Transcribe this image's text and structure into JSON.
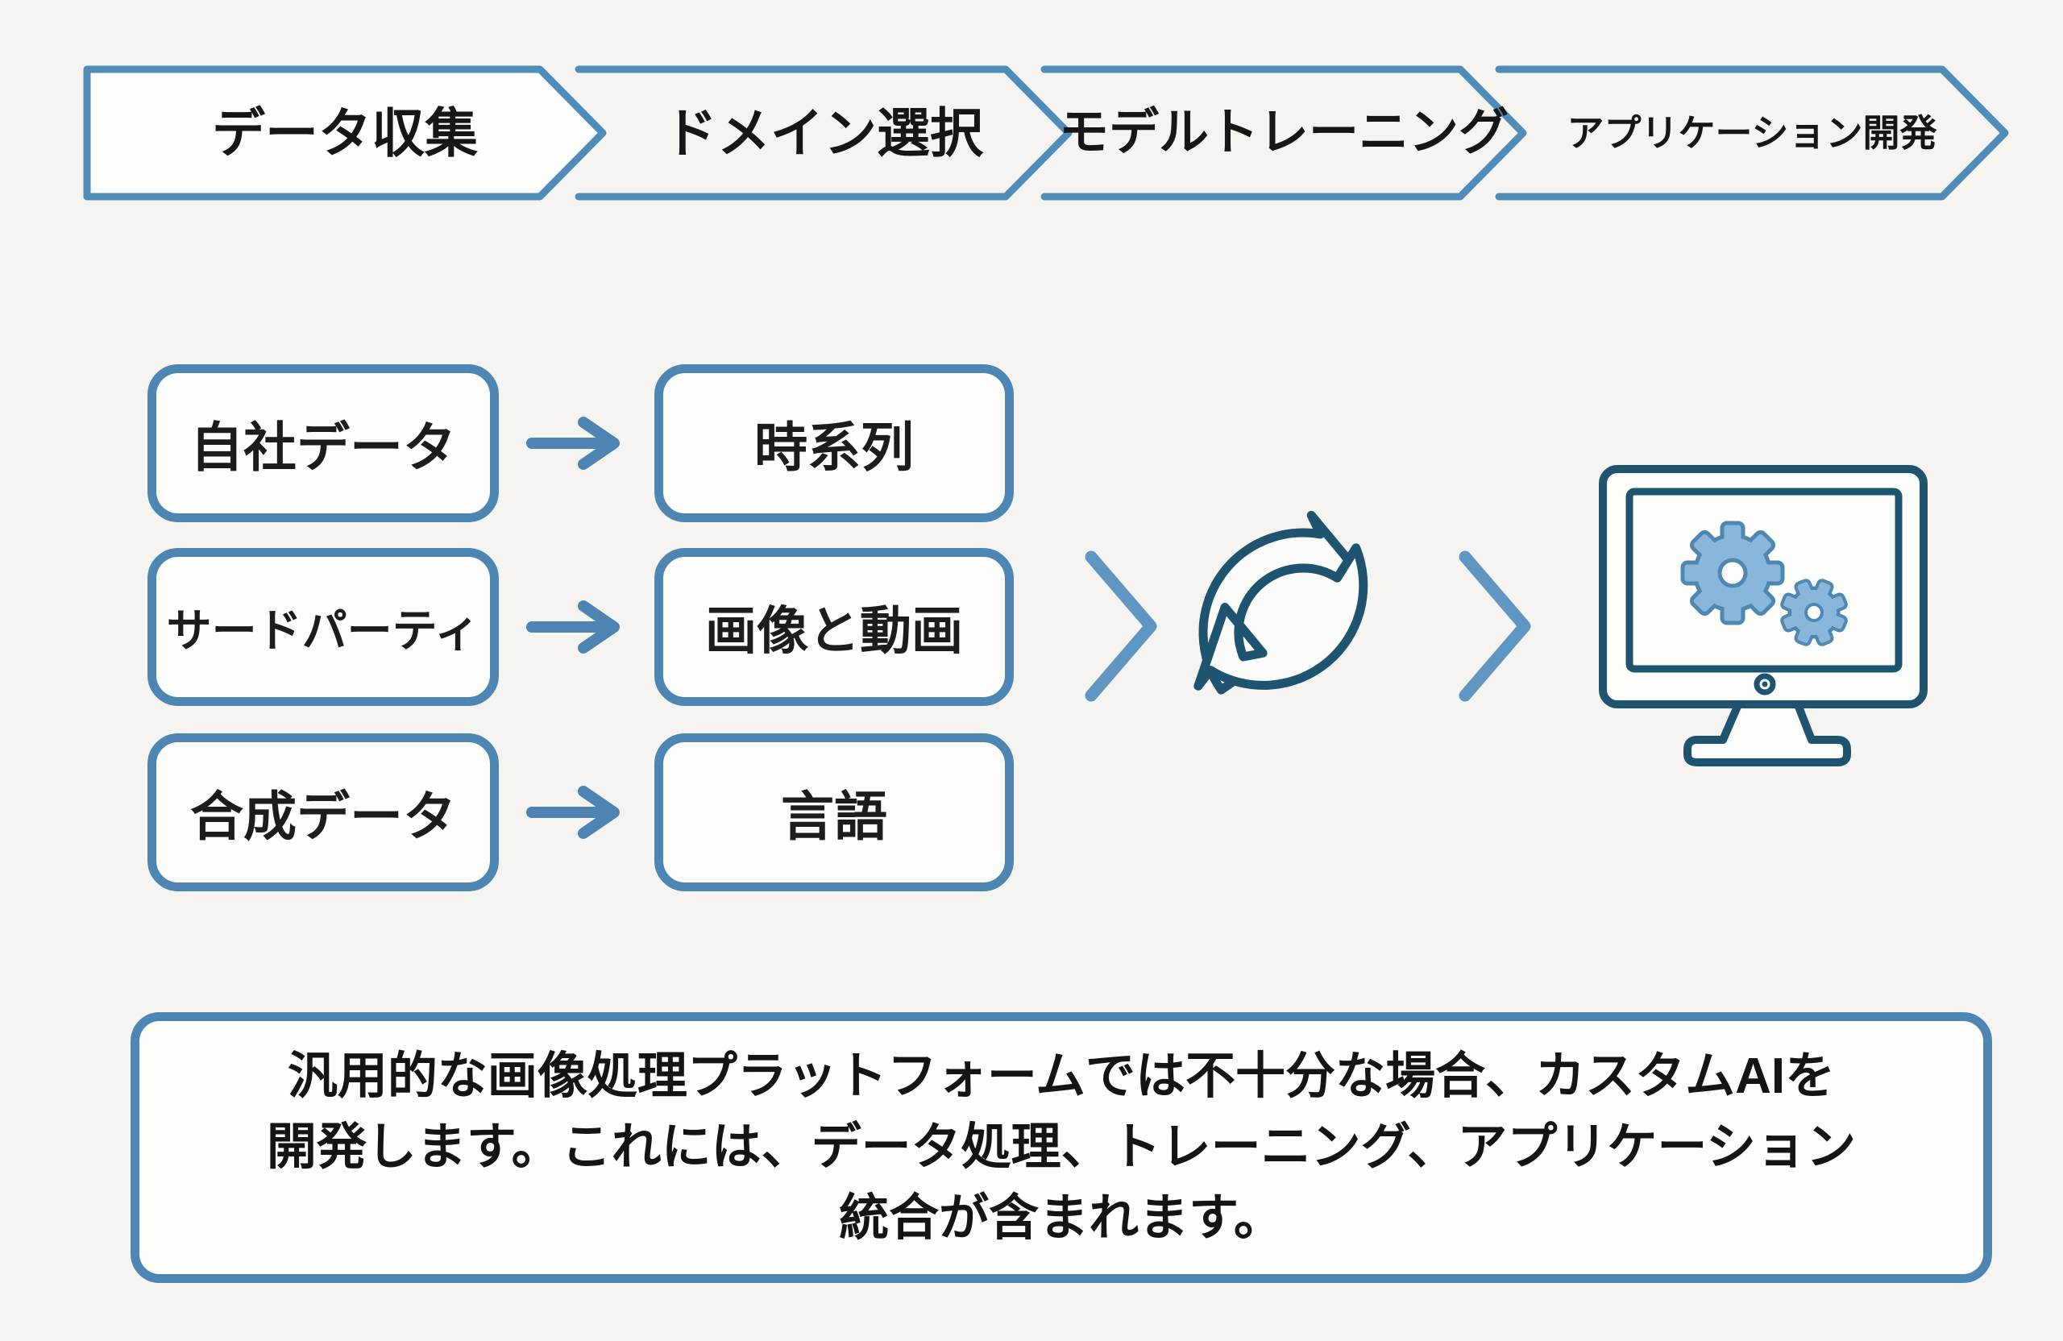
{
  "top_steps": [
    {
      "label": "データ収集"
    },
    {
      "label": "ドメイン選択"
    },
    {
      "label": "モデルトレーニング"
    },
    {
      "label": "アプリケーション開発"
    }
  ],
  "data_sources": [
    {
      "label": "自社データ"
    },
    {
      "label": "サードパーティ"
    },
    {
      "label": "合成データ"
    }
  ],
  "domains": [
    {
      "label": "時系列"
    },
    {
      "label": "画像と動画"
    },
    {
      "label": "言語"
    }
  ],
  "note": {
    "lines": [
      "汎用的な画像処理プラットフォームでは不十分な場合、カスタムAIを",
      "開発します。これには、データ処理、トレーニング、アプリケーション",
      "統合が含まれます。"
    ]
  },
  "icons": {
    "loop": "cycle-arrows-icon",
    "application": "monitor-gears-icon",
    "flow_step": "chevron-right-icon",
    "mapping": "arrow-right-icon"
  },
  "colors": {
    "background": "#f5f4f0",
    "shape_fill": "#fdfdfb",
    "chevron_border": "#4f8cb8",
    "box_border": "#4d86b2",
    "flow_chevron": "#6096c2",
    "arrow": "#4d84b2",
    "dark_icon": "#1e5470",
    "gear_fill": "#8ab6da",
    "gear_stroke": "#4d87b2",
    "text": "#161616"
  }
}
